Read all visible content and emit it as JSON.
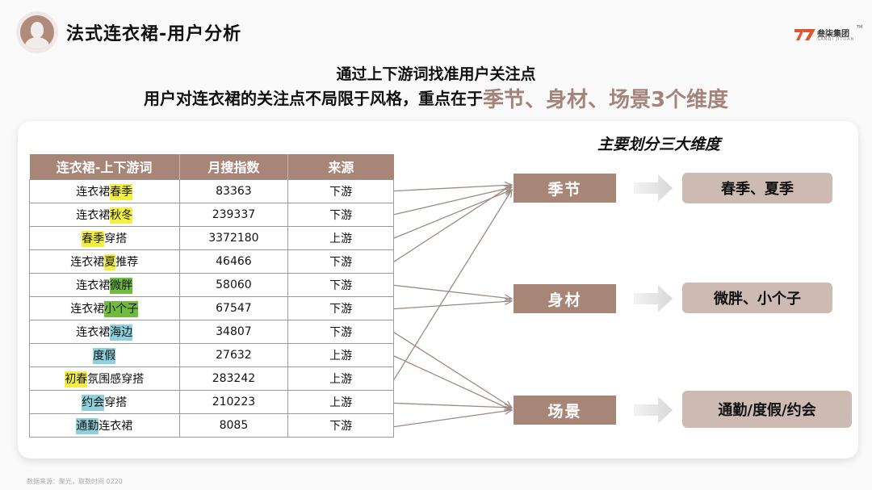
{
  "header": {
    "title": "法式连衣裙-用户分析",
    "logo": {
      "name": "叁柒集团",
      "sub": "SANQI JITUAN",
      "tm": "TM"
    }
  },
  "headline": {
    "line1": "通过上下游词找准用户关注点",
    "line2_prefix": "用户对连衣裙的关注点不局限于风格，重点在于",
    "line2_accent": "季节、身材、场景3个维度"
  },
  "table": {
    "columns": [
      "连衣裙-上下游词",
      "月搜指数",
      "来源"
    ],
    "rows": [
      {
        "pre": "连衣裙",
        "hl": "春季",
        "post": "",
        "hl_color": "yellow",
        "index": "83363",
        "source": "下游",
        "dimension": "季节"
      },
      {
        "pre": "连衣裙",
        "hl": "秋冬",
        "post": "",
        "hl_color": "yellow",
        "index": "239337",
        "source": "下游",
        "dimension": "季节"
      },
      {
        "pre": "",
        "hl": "春季",
        "post": "穿搭",
        "hl_color": "yellow",
        "index": "3372180",
        "source": "上游",
        "dimension": "季节"
      },
      {
        "pre": "连衣裙",
        "hl": "夏",
        "post": "推荐",
        "hl_color": "yellow",
        "index": "46466",
        "source": "下游",
        "dimension": "季节"
      },
      {
        "pre": "连衣裙",
        "hl": "微胖",
        "post": "",
        "hl_color": "green",
        "index": "58060",
        "source": "下游",
        "dimension": "身材"
      },
      {
        "pre": "连衣裙",
        "hl": "小个子",
        "post": "",
        "hl_color": "green",
        "index": "67547",
        "source": "下游",
        "dimension": "身材"
      },
      {
        "pre": "连衣裙",
        "hl": "海边",
        "post": "",
        "hl_color": "blue",
        "index": "34807",
        "source": "下游",
        "dimension": "场景"
      },
      {
        "pre": "",
        "hl": "度假",
        "post": "",
        "hl_color": "blue",
        "index": "27632",
        "source": "上游",
        "dimension": "场景"
      },
      {
        "pre": "",
        "hl": "初春",
        "post": "氛围感穿搭",
        "hl_color": "yellow",
        "index": "283242",
        "source": "上游",
        "dimension": "季节"
      },
      {
        "pre": "",
        "hl": "约会",
        "post": "穿搭",
        "hl_color": "blue",
        "index": "210223",
        "source": "上游",
        "dimension": "场景"
      },
      {
        "pre": "",
        "hl": "通勤",
        "post": "连衣裙",
        "hl_color": "blue",
        "index": "8085",
        "source": "下游",
        "dimension": "场景"
      }
    ]
  },
  "dimensions": {
    "title": "主要划分三大维度",
    "items": [
      {
        "label": "季节",
        "value": "春季、夏季"
      },
      {
        "label": "身材",
        "value": "微胖、小个子"
      },
      {
        "label": "场景",
        "value": "通勤/度假/约会"
      }
    ]
  },
  "colors": {
    "accent_brown": "#a78677",
    "value_box": "#ccbab3",
    "highlight_yellow": "#f3ef3e",
    "highlight_green": "#6fbb3b",
    "highlight_blue": "#8ed0dc",
    "headline_accent": "#a4847a"
  },
  "footnote": "数据来源：聚光，取数时间 0220"
}
